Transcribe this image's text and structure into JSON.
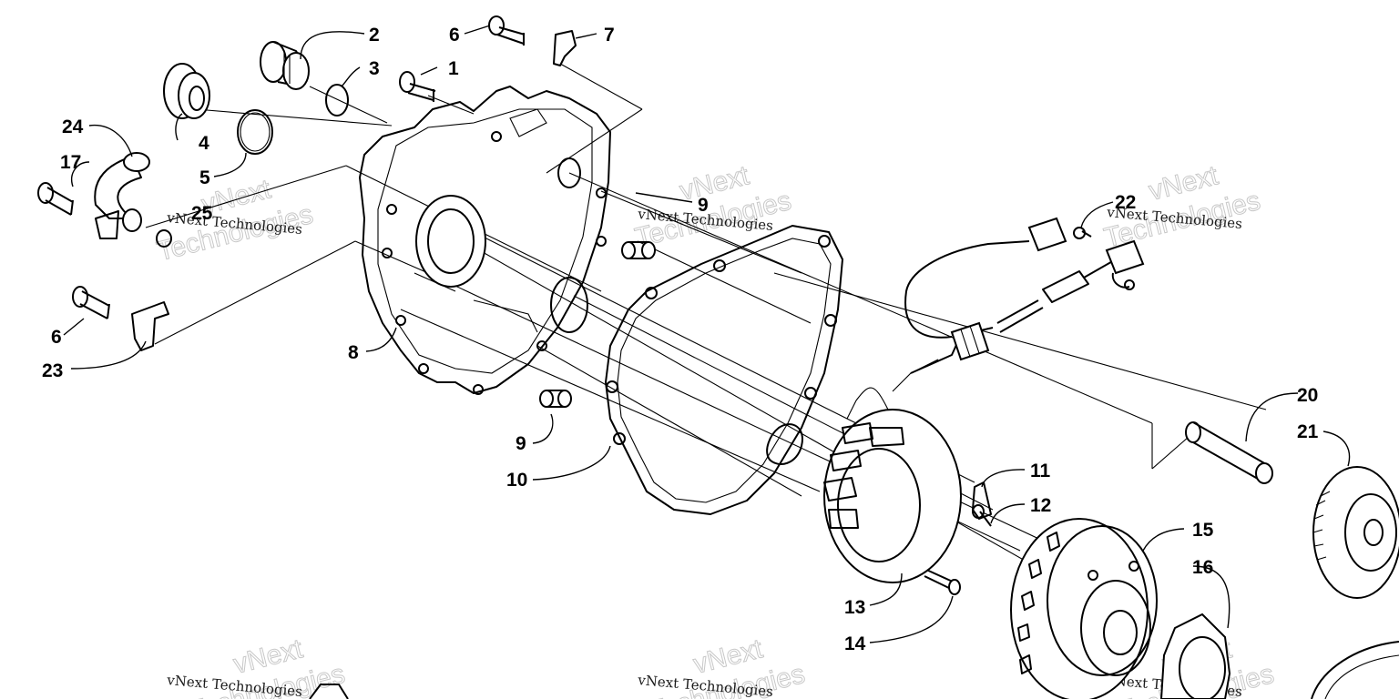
{
  "callouts": [
    {
      "label": "1"
    },
    {
      "label": "2"
    },
    {
      "label": "3"
    },
    {
      "label": "4"
    },
    {
      "label": "5"
    },
    {
      "label": "6"
    },
    {
      "label": "7"
    },
    {
      "label": "8"
    },
    {
      "label": "9"
    },
    {
      "label": "10"
    },
    {
      "label": "11"
    },
    {
      "label": "12"
    },
    {
      "label": "13"
    },
    {
      "label": "14"
    },
    {
      "label": "15"
    },
    {
      "label": "16"
    },
    {
      "label": "17"
    },
    {
      "label": "20"
    },
    {
      "label": "21"
    },
    {
      "label": "22"
    },
    {
      "label": "23"
    },
    {
      "label": "24"
    },
    {
      "label": "25"
    },
    {
      "label": "6"
    },
    {
      "label": "9"
    }
  ],
  "watermark": {
    "big": "vNext",
    "big2": "Technologies",
    "small": "vNext Technologies"
  }
}
